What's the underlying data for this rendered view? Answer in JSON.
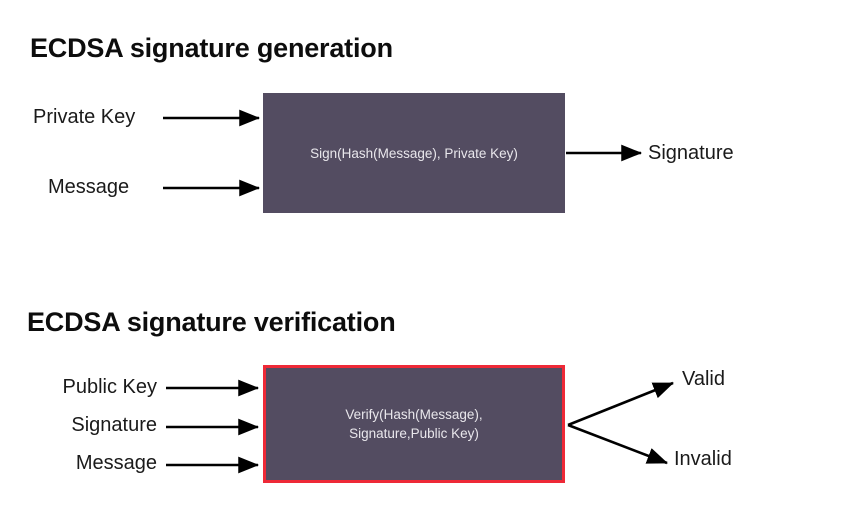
{
  "background_color": "#ffffff",
  "palette": {
    "box_fill": "#534C61",
    "box_text": "#e9e7ec",
    "box_border_highlight": "#ee2937",
    "text": "#1a1a1a",
    "title": "#0d0d0d",
    "arrow": "#000000"
  },
  "sections": {
    "generation": {
      "title": "ECDSA signature generation",
      "process": {
        "label": "Sign(Hash(Message), Private Key)"
      },
      "inputs": [
        {
          "label": "Private Key"
        },
        {
          "label": "Message"
        }
      ],
      "outputs": [
        {
          "label": "Signature"
        }
      ]
    },
    "verification": {
      "title": "ECDSA signature verification",
      "process": {
        "label": "Verify(Hash(Message),\nSignature,Public Key)"
      },
      "inputs": [
        {
          "label": "Public Key"
        },
        {
          "label": "Signature"
        },
        {
          "label": "Message"
        }
      ],
      "outputs": [
        {
          "label": "Valid"
        },
        {
          "label": "Invalid"
        }
      ]
    }
  }
}
